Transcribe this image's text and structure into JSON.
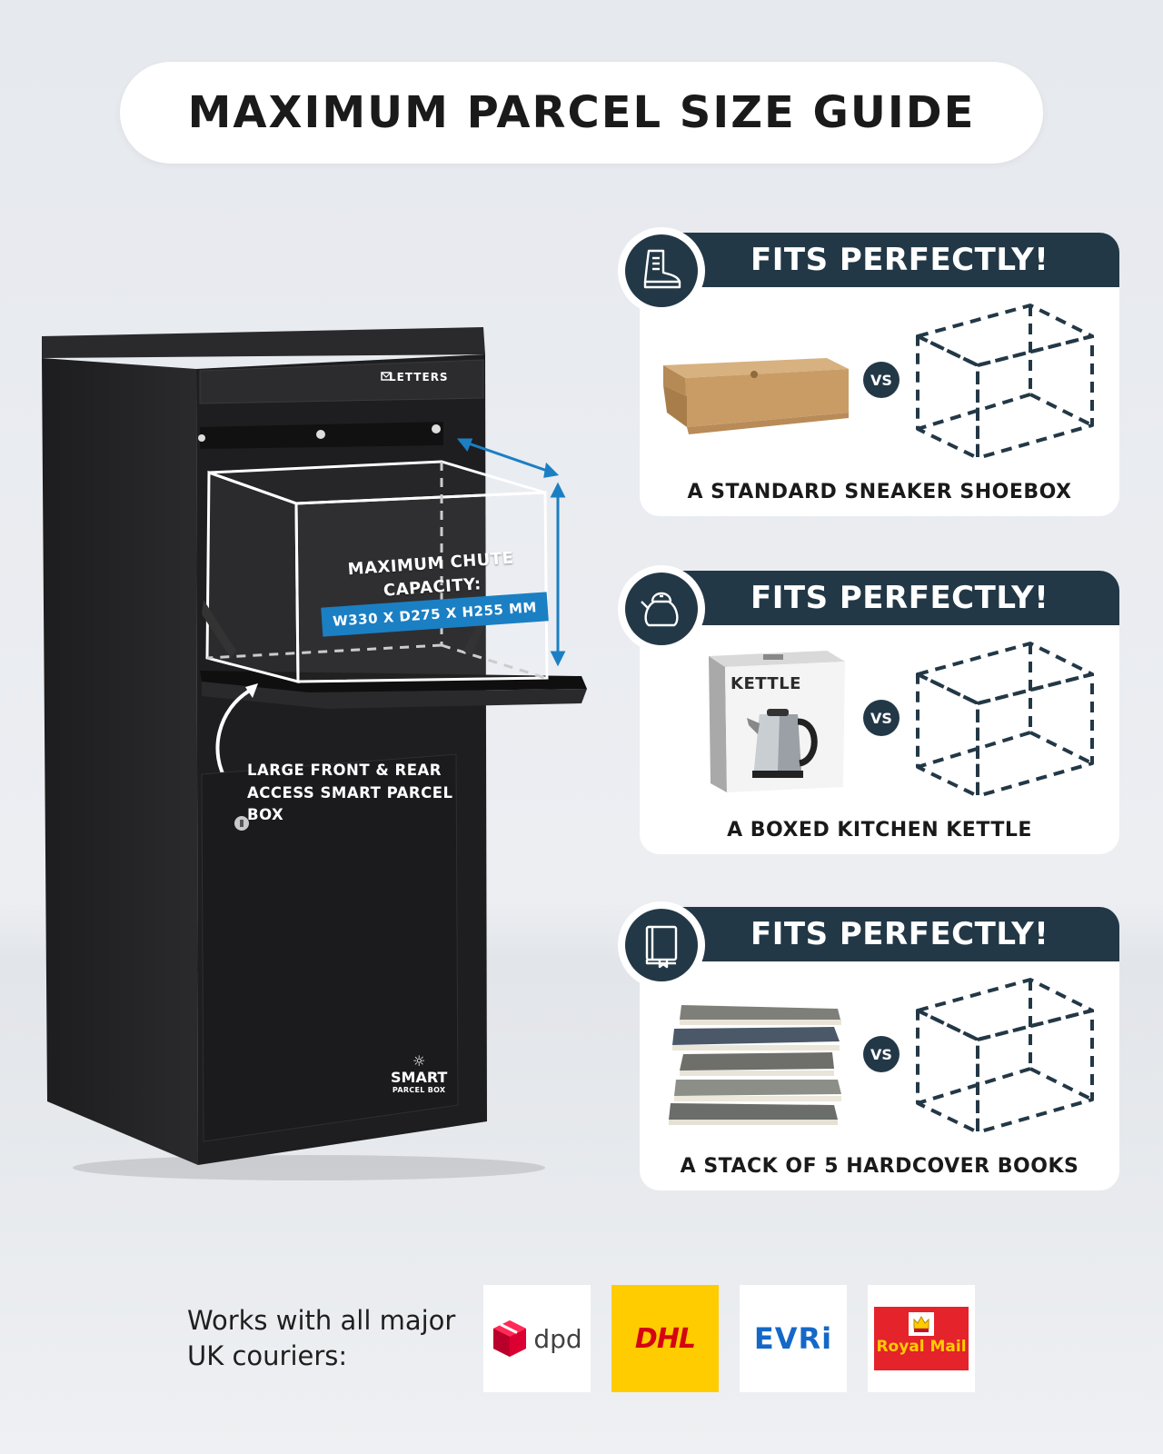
{
  "title": "MAXIMUM PARCEL SIZE GUIDE",
  "cabinet": {
    "letters_label": "LETTERS",
    "chute_title": "MAXIMUM CHUTE CAPACITY:",
    "chute_dimensions": "W330 X D275 X H255 MM",
    "access_label": "LARGE FRONT & REAR ACCESS SMART PARCEL BOX",
    "logo_line1": "SMART",
    "logo_line2": "PARCEL BOX"
  },
  "cards": [
    {
      "header": "FITS PERFECTLY!",
      "icon": "boot-icon",
      "vs": "VS",
      "caption": "A STANDARD SNEAKER SHOEBOX"
    },
    {
      "header": "FITS PERFECTLY!",
      "icon": "kettle-icon",
      "vs": "VS",
      "caption": "A BOXED KITCHEN KETTLE",
      "box_label": "KETTLE"
    },
    {
      "header": "FITS PERFECTLY!",
      "icon": "book-icon",
      "vs": "VS",
      "caption": "A STACK OF 5 HARDCOVER BOOKS"
    }
  ],
  "couriers": {
    "text": "Works with all major UK couriers:",
    "logos": [
      {
        "name": "dpd",
        "color": "#dc0032"
      },
      {
        "name": "DHL",
        "color": "#ffcc00"
      },
      {
        "name": "EVRi",
        "color": "#1468c8"
      },
      {
        "name": "Royal Mail",
        "color": "#e4232b"
      }
    ]
  },
  "colors": {
    "navy": "#233846",
    "accent_blue": "#1b7fc4",
    "cabinet": "#1c1c1e"
  }
}
